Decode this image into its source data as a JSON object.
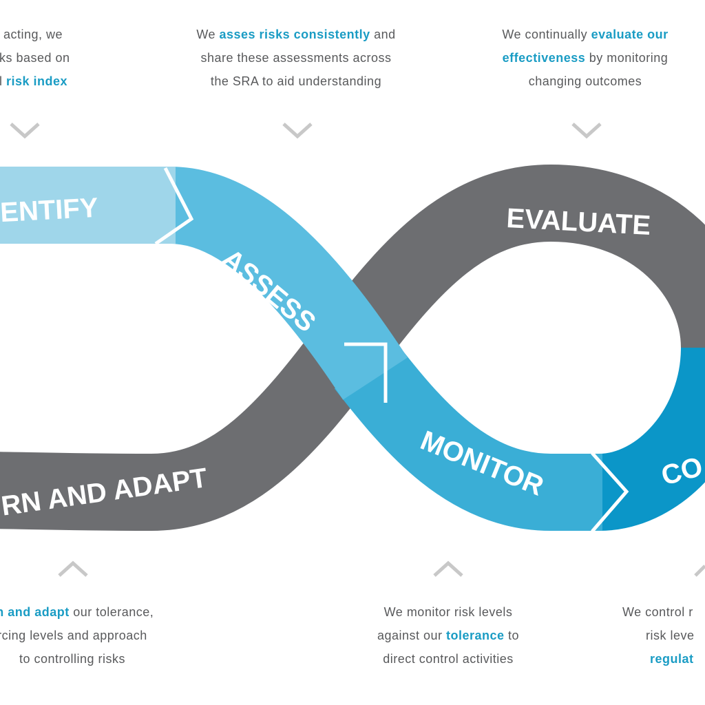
{
  "colors": {
    "gray": "#6d6e71",
    "identify": "#9fd6ea",
    "assess": "#5bbde0",
    "monitor": "#3aaed6",
    "control": "#0b96c8",
    "highlight": "#1a9cc4",
    "text": "#58595b"
  },
  "stages": {
    "identify": "ENTIFY",
    "assess": "ASSESS",
    "evaluate": "EVALUATE",
    "monitor": "MONITOR",
    "control": "CO",
    "learn": "RN AND ADAPT"
  },
  "captions": {
    "identify": {
      "l1": "e acting, we",
      "l2": "risks based on",
      "l3a": "ral ",
      "l3b": "risk index"
    },
    "assess": {
      "l1a": "We ",
      "l1b": "asses risks consistently",
      "l1c": " and",
      "l2": "share these assessments across",
      "l3": "the SRA to aid understanding"
    },
    "evaluate": {
      "l1a": "We continually ",
      "l1b": "evaluate our",
      "l2a": "effectiveness",
      "l2b": " by monitoring",
      "l3": "changing outcomes"
    },
    "learn": {
      "l1a": "rn and adapt",
      "l1b": " our tolerance,",
      "l2": "rcing levels and approach",
      "l3": "to controlling risks"
    },
    "monitor": {
      "l1": "We monitor risk levels",
      "l2a": "against our ",
      "l2b": "tolerance",
      "l2c": " to",
      "l3": "direct control activities"
    },
    "control": {
      "l1": "We control r",
      "l2": "risk leve",
      "l3": "regulat"
    }
  }
}
